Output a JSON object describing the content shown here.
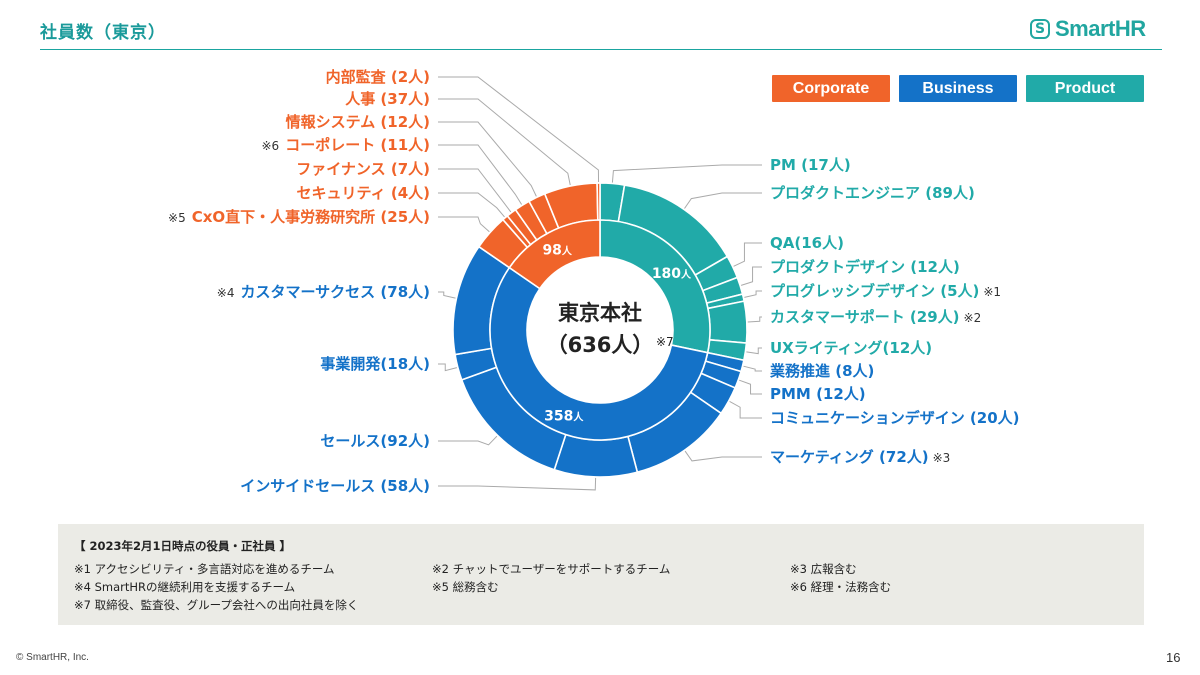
{
  "header": {
    "title": "社員数（東京）",
    "logo_text": "SmartHR",
    "logo_glyph": "S"
  },
  "legend": [
    {
      "label": "Corporate",
      "color": "#f0642a"
    },
    {
      "label": "Business",
      "color": "#1472c8"
    },
    {
      "label": "Product",
      "color": "#21aaa8"
    }
  ],
  "chart_data": {
    "type": "donut",
    "center_label": "東京本社",
    "center_value": "（636人）",
    "center_note": "※7",
    "total": 636,
    "inner_ring": [
      {
        "name": "Product",
        "value": 180,
        "label": "180",
        "unit": "人",
        "color": "#21aaa8"
      },
      {
        "name": "Business",
        "value": 358,
        "label": "358",
        "unit": "人",
        "color": "#1472c8"
      },
      {
        "name": "Corporate",
        "value": 98,
        "label": "98",
        "unit": "人",
        "color": "#f0642a"
      }
    ],
    "outer_ring": [
      {
        "label": "PM (17人)",
        "value": 17,
        "group": "Product"
      },
      {
        "label": "プロダクトエンジニア (89人)",
        "value": 89,
        "group": "Product"
      },
      {
        "label": "QA(16人)",
        "value": 16,
        "group": "Product"
      },
      {
        "label": "プロダクトデザイン (12人)",
        "value": 12,
        "group": "Product"
      },
      {
        "label": "プログレッシブデザイン (5人)",
        "value": 5,
        "group": "Product",
        "note": "※1"
      },
      {
        "label": "カスタマーサポート (29人)",
        "value": 29,
        "group": "Product",
        "note": "※2"
      },
      {
        "label": "UXライティング(12人)",
        "value": 12,
        "group": "Product"
      },
      {
        "label": "業務推進 (8人)",
        "value": 8,
        "group": "Business"
      },
      {
        "label": "PMM (12人)",
        "value": 12,
        "group": "Business"
      },
      {
        "label": "コミュニケーションデザイン (20人)",
        "value": 20,
        "group": "Business"
      },
      {
        "label": "マーケティング (72人)",
        "value": 72,
        "group": "Business",
        "note": "※3"
      },
      {
        "label": "インサイドセールス (58人)",
        "value": 58,
        "group": "Business"
      },
      {
        "label": "セールス(92人)",
        "value": 92,
        "group": "Business"
      },
      {
        "label": "事業開発(18人)",
        "value": 18,
        "group": "Business"
      },
      {
        "label": "カスタマーサクセス (78人)",
        "value": 78,
        "group": "Business",
        "note": "※4"
      },
      {
        "label": "CxO直下・人事労務研究所 (25人)",
        "value": 25,
        "group": "Corporate",
        "note": "※5"
      },
      {
        "label": "セキュリティ (4人)",
        "value": 4,
        "group": "Corporate"
      },
      {
        "label": "ファイナンス (7人)",
        "value": 7,
        "group": "Corporate"
      },
      {
        "label": "コーポレート (11人)",
        "value": 11,
        "group": "Corporate",
        "note": "※6"
      },
      {
        "label": "情報システム (12人)",
        "value": 12,
        "group": "Corporate"
      },
      {
        "label": "人事 (37人)",
        "value": 37,
        "group": "Corporate"
      },
      {
        "label": "内部監査 (2人)",
        "value": 2,
        "group": "Corporate"
      }
    ]
  },
  "footnotes": {
    "title": "【 2023年2月1日時点の役員・正社員 】",
    "notes": [
      "※1 アクセシビリティ・多言語対応を進めるチーム",
      "※2 チャットでユーザーをサポートするチーム",
      "※3 広報含む",
      "※4 SmartHRの継続利用を支援するチーム",
      "※5 総務含む",
      "※6 経理・法務含む",
      "※7 取締役、監査役、グループ会社への出向社員を除く"
    ]
  },
  "footer": {
    "copyright": "© SmartHR, Inc.",
    "page_number": "16"
  }
}
